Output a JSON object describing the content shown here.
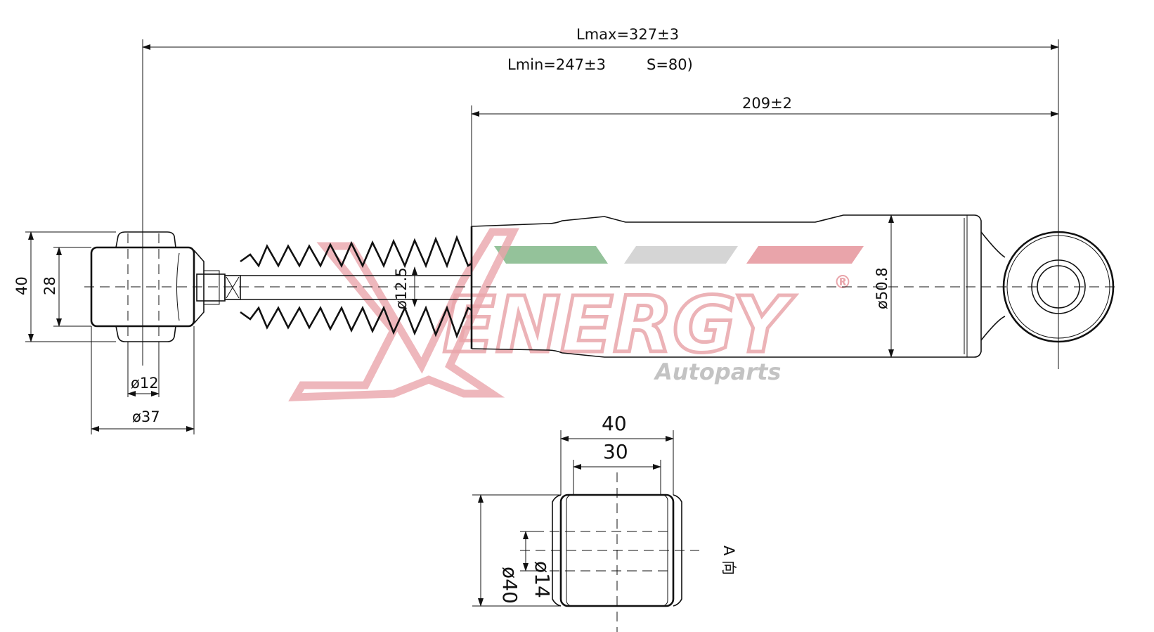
{
  "dimensions": {
    "lmax": "Lmax=327±3",
    "lmin": "Lmin=247±3",
    "stroke": "S=80)",
    "body_length": "209±2",
    "body_diameter": "ø50.8",
    "rod_diameter": "ø12.5",
    "eye_height_outer": "40",
    "eye_height_inner": "28",
    "bolt_diameter": "ø12",
    "eye_width": "ø37",
    "bushing_width_outer": "40",
    "bushing_width_inner": "30",
    "bushing_outer_diameter": "ø40",
    "bushing_inner_diameter": "ø14",
    "view_label": "A 向"
  },
  "watermark": {
    "brand": "ENERGY",
    "sub": "Autoparts",
    "registered": "®",
    "colors": {
      "red": "#e8a0a6",
      "green": "#8fbf95",
      "gray": "#b8b8b8"
    }
  }
}
